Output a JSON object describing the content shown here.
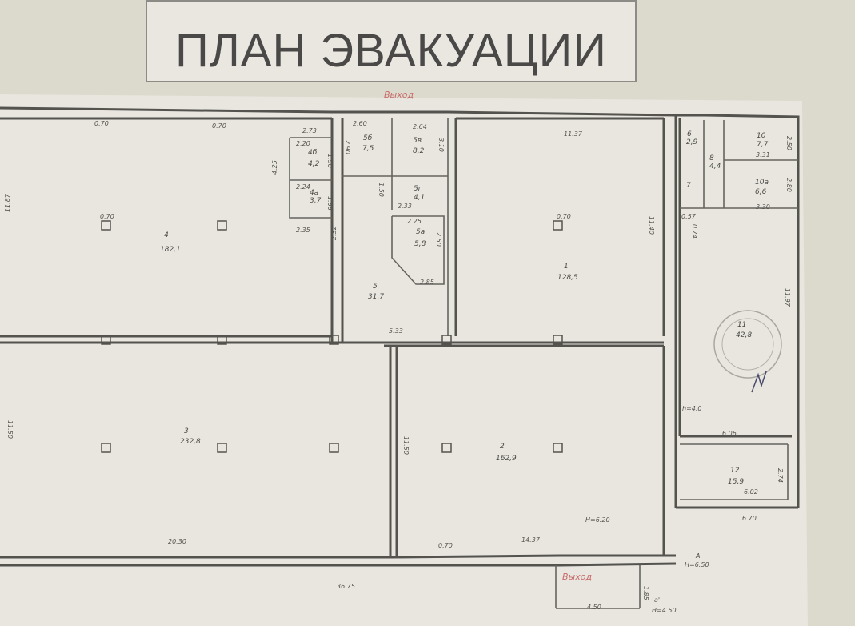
{
  "title": "ПЛАН ЭВАКУАЦИИ",
  "exit_labels": [
    "Выход",
    "Выход"
  ],
  "rooms": [
    {
      "num": "4",
      "area": "182,1"
    },
    {
      "num": "3",
      "area": "232,8"
    },
    {
      "num": "5",
      "area": "31,7"
    },
    {
      "num": "1",
      "area": "128,5"
    },
    {
      "num": "2",
      "area": "162,9"
    },
    {
      "num": "11",
      "area": "42,8"
    },
    {
      "num": "12",
      "area": "15,9"
    },
    {
      "num": "5б",
      "area": "7,5"
    },
    {
      "num": "5в",
      "area": "8,2"
    },
    {
      "num": "5г",
      "area": "4,1"
    },
    {
      "num": "5а",
      "area": "5,8"
    },
    {
      "num": "4б",
      "area": "4,2"
    },
    {
      "num": "4а",
      "area": "3,7"
    },
    {
      "num": "10",
      "area": "7,7"
    },
    {
      "num": "10а",
      "area": "6,6"
    },
    {
      "num": "6",
      "area": "2,9"
    },
    {
      "num": "8",
      "area": "4,4"
    },
    {
      "num": "7",
      "area": ""
    }
  ],
  "dimensions": {
    "d_0_70_a": "0.70",
    "d_0_70_b": "0.70",
    "d_0_70_c": "0.70",
    "d_0_70_d": "0.70",
    "d_0_70_e": "0.70",
    "d_2_60": "2.60",
    "d_2_64": "2.64",
    "d_11_37": "11.37",
    "d_11_40": "11.40",
    "d_2_90": "2.90",
    "d_3_10": "3.10",
    "d_1_50": "1.50",
    "d_2_33": "2.33",
    "d_2_35": "2.35",
    "d_2_25": "2.25",
    "d_2_50": "2.50",
    "d_2_85": "2.85",
    "d_2_32": "2.32",
    "d_5_33": "5.33",
    "d_11_50_a": "11.50",
    "d_11_50_b": "11.50",
    "d_20_30": "20.30",
    "d_14_37": "14.37",
    "d_36_75": "36.75",
    "d_4_50": "4.50",
    "d_1_85": "1.85",
    "d_6_06": "6.06",
    "d_6_02": "6.02",
    "d_6_70": "6.70",
    "d_2_74": "2.74",
    "d_11_97": "11.97",
    "d_2_80": "2.80",
    "d_3_30": "3.30",
    "d_3_31": "3.31",
    "d_2_50b": "2.50",
    "d_4_25": "4.25",
    "d_1_90": "1.90",
    "d_1_66": "1.66",
    "d_2_73": "2.73",
    "d_2_20": "2.20",
    "d_2_24": "2.24",
    "d_0_74": "0.74",
    "d_0_57": "0.57",
    "d_11_87": "11.87",
    "h_6_20": "H=6.20",
    "h_4_0": "h=4.0",
    "h_6_50": "H=6.50",
    "h_4_50": "H=4.50",
    "a_label": "A",
    "a1_label": "a'"
  }
}
